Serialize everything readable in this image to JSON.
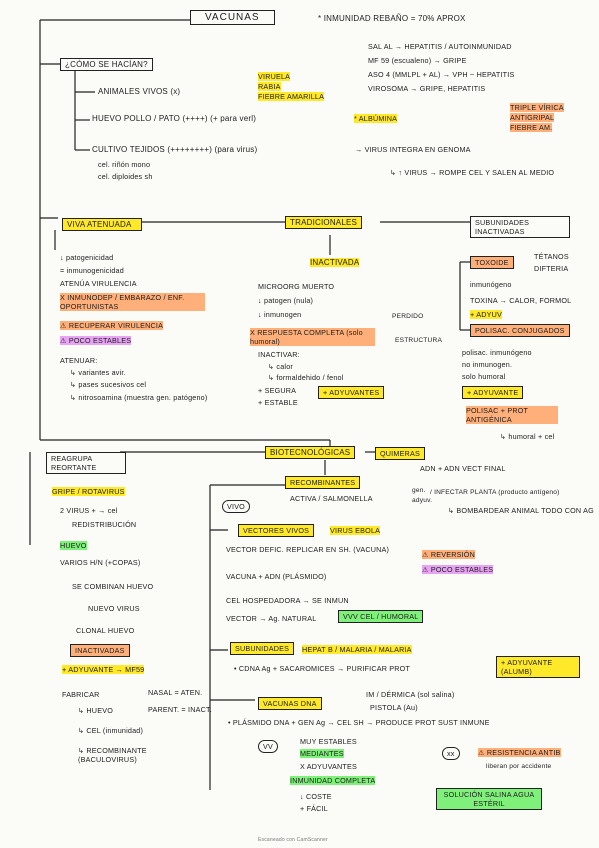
{
  "title": "VACUNAS",
  "header": {
    "immunity_note": "* INMUNIDAD REBAÑO = 70% APROX",
    "vaccine_list": [
      "SAL AL → HEPATITIS / AUTOINMUNIDAD",
      "MF 59 (escualeno) → GRIPE",
      "ASO 4 (MMLPL + AL) → VPH ~ HEPATITIS",
      "VIROSOMA → GRIPE, HEPATITIS"
    ]
  },
  "how": {
    "question": "¿CÓMO SE HACÍAN?",
    "animals": "ANIMALES VIVOS (x)",
    "animal_tags": [
      "VIRUELA",
      "RABIA",
      "FIEBRE AMARILLA"
    ],
    "egg": "HUEVO POLLO / PATO (++++) (+ para verl)",
    "egg_tag": "* ALBÚMINA",
    "egg_tags_right": [
      "TRIPLE VÍRICA",
      "ANTIGRIPAL",
      "FIEBRE AM."
    ],
    "cell": "CULTIVO TEJIDOS (++++++++) (para virus)",
    "cell_sub1": "cel. riñón mono",
    "cell_sub2": "cel. diploides sh",
    "cell_result1": "→ VIRUS INTEGRA EN GENOMA",
    "cell_result2": "↳ ↑ VIRUS → ROMPE CEL Y SALEN AL MEDIO"
  },
  "traditional": {
    "label": "TRADICIONALES",
    "live": {
      "label": "VIVA ATENUADA",
      "items": [
        "↓ patogenicidad",
        "= inmunogenicidad",
        "ATENÚA VIRULENCIA",
        "X INMUNODEP / EMBARAZO / ENF. OPORTUNISTAS",
        "⚠ RECUPERAR VIRULENCIA",
        "⚠ POCO ESTABLES",
        "ATENUAR:",
        "↳ variantes avir.",
        "↳ pases sucesivos cel",
        "↳ nitrosoamina (muestra gen. patógeno)"
      ]
    },
    "inactivated": {
      "label": "INACTIVADA",
      "items": [
        "MICROORG MUERTO",
        "↓ patogen (nula)",
        "↓ inmunogen",
        "X RESPUESTA COMPLETA (solo humoral)",
        "INACTIVAR:",
        "↳ calor",
        "↳ formaldehido / fenol",
        "+ SEGURA",
        "+ ESTABLE",
        "+ ADYUVANTES"
      ],
      "side_note1": "PERDIDO",
      "side_note2": "ESTRUCTURA"
    },
    "subunit": {
      "label": "SUBUNIDADES INACTIVADAS",
      "toxoid": "TOXOIDE",
      "toxoid_examples": [
        "TÉTANOS",
        "DIFTERIA"
      ],
      "items": [
        "inmunógeno",
        "TOXINA → CALOR, FORMOL",
        "+ ADYUV",
        "POLISAC. CONJUGADOS",
        "polisac. inmunógeno",
        "no inmunogen.",
        "solo humoral",
        "+ ADYUVANTE",
        "POLISAC + PROT ANTIGÉNICA",
        "↳ humoral + cel"
      ]
    }
  },
  "biotech": {
    "label": "BIOTECNOLÓGICAS",
    "chimeric": "QUIMERAS",
    "chimeric_desc": [
      "ADN + ADN VECT FINAL",
      "/ INFECTAR PLANTA (producto antígeno)",
      "↳ BOMBARDEAR ANIMAL TODO CON AG"
    ],
    "chimeric_left": [
      "gen.",
      "adyuv."
    ],
    "recombinant": {
      "label": "RECOMBINANTES",
      "sub": "ACTIVA / SALMONELLA",
      "live_label": "VIVO",
      "vectors": "VECTORES VIVOS",
      "vectors_tag": "VIRUS EBOLA",
      "vector_items": [
        "VECTOR DEFIC. REPLICAR EN SH. (VACUNA)",
        "VACUNA + ADN (PLÁSMIDO)",
        "CEL HOSPEDADORA → SE INMUN",
        "VECTOR → Ag. NATURAL"
      ],
      "warnings": [
        "⚠ REVERSIÓN",
        "⚠ POCO ESTABLES"
      ],
      "immunity": "VVV CEL / HUMORAL",
      "subunits": "SUBUNIDADES",
      "subunits_tag": "HEPAT B / MALARIA / MALARIA",
      "subunit_line": "• CDNA Ag + SACAROMICES → PURIFICAR PROT",
      "subunit_adj": "+ ADYUVANTE (ALUMB)",
      "dna": "VACUNAS DNA",
      "dna_right": [
        "IM / DÉRMICA (sol salina)",
        "PISTOLA (Au)"
      ],
      "dna_line": "• PLÁSMIDO DNA + GEN Ag → CEL SH → PRODUCE PROT SUST INMUNE",
      "dna_items": [
        "MUY ESTABLES",
        "MEDIANTES",
        "X ADYUVANTES",
        "INMUNIDAD COMPLETA",
        "↓ COSTE",
        "+ FÁCIL"
      ],
      "dna_tag": "VV",
      "dna_warn": "⚠ RESISTENCIA ANTIB",
      "dna_warn_sub": "liberan por accidente",
      "dna_box": "SOLUCIÓN SALINA AGUA ESTÉRIL"
    },
    "reassortant": {
      "label": "REAGRUPA REORTANTE",
      "tag": "GRIPE / ROTAVIRUS",
      "items": [
        "2 VIRUS + → cel",
        "REDISTRIBUCIÓN",
        "HUEVO",
        "VARIOS H/N (+COPAS)",
        "SE COMBINAN HUEVO",
        "NUEVO VIRUS",
        "CLONAL HUEVO",
        "INACTIVADAS",
        "+ ADYUVANTE → MF59",
        "FABRICAR",
        "↳ HUEVO",
        "NASAL = ATEN.",
        "PARENT. = INACT.",
        "↳ CEL (inmunidad)",
        "↳ RECOMBINANTE (BACULOVIRUS)"
      ]
    }
  },
  "footer": "Escaneado con CamScanner"
}
